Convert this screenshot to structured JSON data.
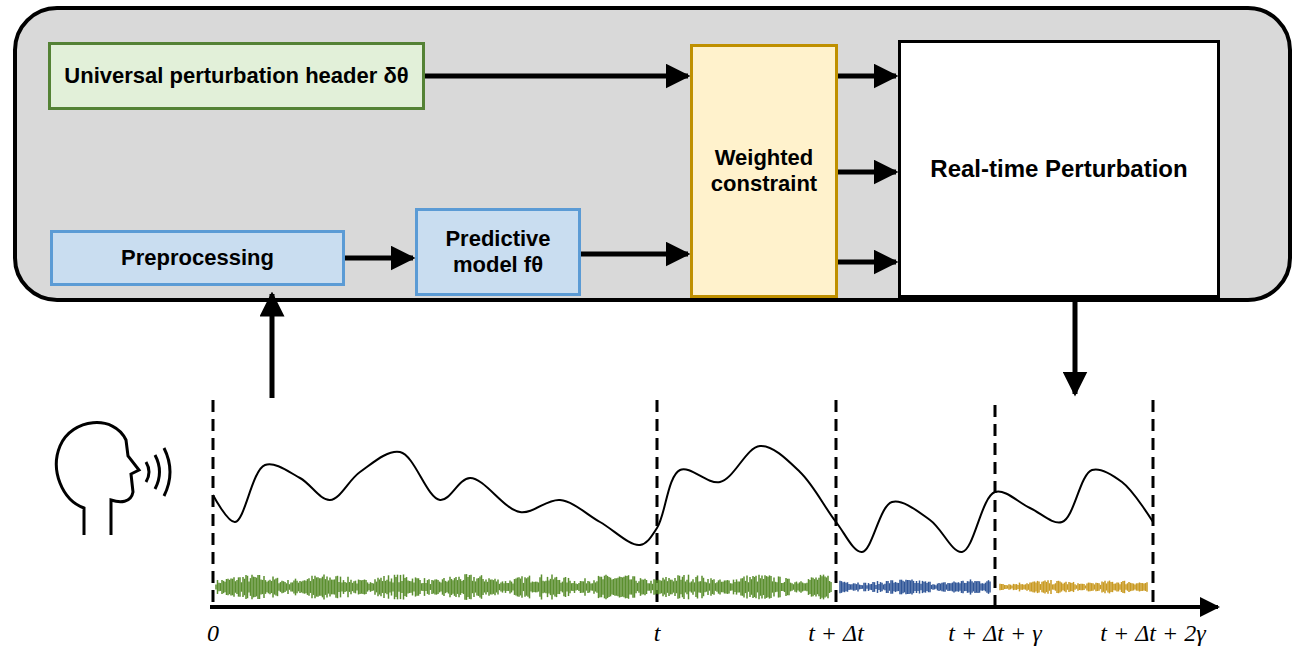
{
  "diagram": {
    "nodes": [
      {
        "text": [
          "Universal perturbation header δθ"
        ]
      },
      {
        "text": [
          "Preprocessing"
        ]
      },
      {
        "text": [
          "Predictive model fθ"
        ]
      },
      {
        "text": [
          "Weighted constraint"
        ]
      },
      {
        "text": [
          "Real-time Perturbation"
        ]
      }
    ],
    "edges": [
      {
        "from": 0,
        "to": 3,
        "arrow": "to"
      },
      {
        "from": 1,
        "to": 2,
        "arrow": "to"
      },
      {
        "from": 2,
        "to": 3,
        "arrow": "to"
      },
      {
        "from": 3,
        "to": 4,
        "arrow": "to"
      },
      {
        "from": 3,
        "to": 4,
        "arrow": "to"
      },
      {
        "from": 3,
        "to": 4,
        "arrow": "to"
      }
    ],
    "labels": [
      "0",
      "t",
      "t + Δt",
      "t + Δt + γ",
      "t + Δt + 2γ"
    ]
  }
}
